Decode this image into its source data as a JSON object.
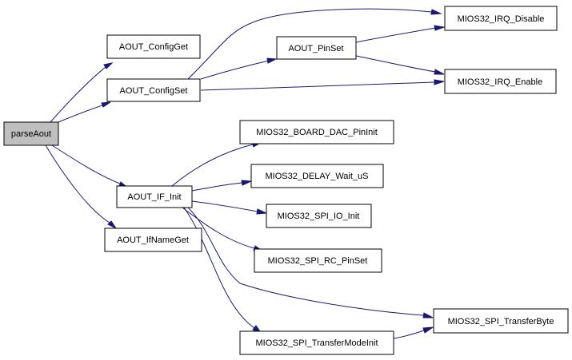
{
  "colors": {
    "edge": "#191970",
    "node_fill": "#ffffff",
    "root_fill": "#bfbfbf",
    "node_border": "#000000"
  },
  "nodes": {
    "parseAout": "parseAout",
    "AOUT_ConfigGet": "AOUT_ConfigGet",
    "AOUT_ConfigSet": "AOUT_ConfigSet",
    "AOUT_IF_Init": "AOUT_IF_Init",
    "AOUT_IfNameGet": "AOUT_IfNameGet",
    "AOUT_PinSet": "AOUT_PinSet",
    "MIOS32_IRQ_Disable": "MIOS32_IRQ_Disable",
    "MIOS32_IRQ_Enable": "MIOS32_IRQ_Enable",
    "MIOS32_BOARD_DAC_PinInit": "MIOS32_BOARD_DAC_PinInit",
    "MIOS32_DELAY_Wait_uS": "MIOS32_DELAY_Wait_uS",
    "MIOS32_SPI_IO_Init": "MIOS32_SPI_IO_Init",
    "MIOS32_SPI_RC_PinSet": "MIOS32_SPI_RC_PinSet",
    "MIOS32_SPI_TransferByte": "MIOS32_SPI_TransferByte",
    "MIOS32_SPI_TransferModeInit": "MIOS32_SPI_TransferModeInit"
  },
  "edges": [
    {
      "from": "parseAout",
      "to": "AOUT_ConfigGet"
    },
    {
      "from": "parseAout",
      "to": "AOUT_ConfigSet"
    },
    {
      "from": "parseAout",
      "to": "AOUT_IF_Init"
    },
    {
      "from": "parseAout",
      "to": "AOUT_IfNameGet"
    },
    {
      "from": "AOUT_ConfigSet",
      "to": "AOUT_PinSet"
    },
    {
      "from": "AOUT_ConfigSet",
      "to": "MIOS32_IRQ_Disable"
    },
    {
      "from": "AOUT_ConfigSet",
      "to": "MIOS32_IRQ_Enable"
    },
    {
      "from": "AOUT_PinSet",
      "to": "MIOS32_IRQ_Disable"
    },
    {
      "from": "AOUT_PinSet",
      "to": "MIOS32_IRQ_Enable"
    },
    {
      "from": "AOUT_IF_Init",
      "to": "MIOS32_BOARD_DAC_PinInit"
    },
    {
      "from": "AOUT_IF_Init",
      "to": "MIOS32_DELAY_Wait_uS"
    },
    {
      "from": "AOUT_IF_Init",
      "to": "MIOS32_SPI_IO_Init"
    },
    {
      "from": "AOUT_IF_Init",
      "to": "MIOS32_SPI_RC_PinSet"
    },
    {
      "from": "AOUT_IF_Init",
      "to": "MIOS32_SPI_TransferByte"
    },
    {
      "from": "AOUT_IF_Init",
      "to": "MIOS32_SPI_TransferModeInit"
    },
    {
      "from": "MIOS32_SPI_TransferModeInit",
      "to": "MIOS32_SPI_TransferByte"
    }
  ]
}
